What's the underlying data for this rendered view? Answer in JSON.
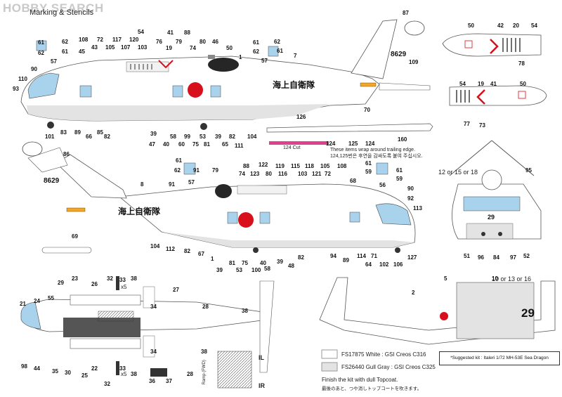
{
  "header": {
    "watermark": "HOBBY SEARCH",
    "subtitle": "Marking & Stencils"
  },
  "aircraft": {
    "kanji": "海上自衛隊",
    "tail_code": "8629",
    "nose_code": "29"
  },
  "callouts": {
    "top_side": [
      "87",
      "54",
      "41",
      "88",
      "108",
      "72",
      "117",
      "120",
      "76",
      "79",
      "80",
      "43",
      "105",
      "107",
      "103",
      "19",
      "74",
      "50",
      "46",
      "61",
      "62",
      "62",
      "61",
      "61",
      "62",
      "62",
      "61",
      "45",
      "57",
      "57",
      "1",
      "7",
      "109",
      "90",
      "110",
      "93",
      "101",
      "83",
      "89",
      "66",
      "85",
      "82",
      "39",
      "47",
      "40",
      "58",
      "60",
      "75",
      "99",
      "53",
      "81",
      "65",
      "39",
      "82",
      "111",
      "104",
      "70"
    ],
    "bottom_side": [
      "86",
      "61",
      "62",
      "91",
      "79",
      "88",
      "122",
      "119",
      "115",
      "118",
      "105",
      "108",
      "61",
      "59",
      "61",
      "57",
      "74",
      "123",
      "80",
      "116",
      "103",
      "121",
      "72",
      "56",
      "59",
      "68",
      "90",
      "8",
      "91",
      "113",
      "92",
      "69",
      "104",
      "112",
      "82",
      "67",
      "1",
      "39",
      "81",
      "53",
      "100",
      "75",
      "58",
      "40",
      "39",
      "48",
      "82",
      "94",
      "89",
      "114",
      "71",
      "64",
      "102",
      "106",
      "127"
    ],
    "rotor": [
      "126",
      "124",
      "125",
      "124",
      "160"
    ],
    "plan": [
      "50",
      "42",
      "20",
      "54",
      "78",
      "54",
      "19",
      "41",
      "50",
      "77",
      "73"
    ],
    "front": [
      "95",
      "51",
      "96",
      "84",
      "97",
      "52"
    ],
    "belly": [
      "29",
      "23",
      "26",
      "32",
      "33",
      "38",
      "27",
      "21",
      "24",
      "55",
      "34",
      "28",
      "38",
      "98",
      "44",
      "35",
      "30",
      "25",
      "22",
      "32",
      "33",
      "38",
      "34",
      "36",
      "37",
      "28",
      "38"
    ],
    "tail_view": [
      "2",
      "5",
      "10"
    ]
  },
  "labels": {
    "cut": "124 Cut",
    "cut_note_en": "These items wrap around trailing edge.",
    "cut_note_jp": "124,125번은 후연을 감싸도록 붙여 주십시오.",
    "x5_a": "x5",
    "x5_b": "x5",
    "or_a": "12 or 15 or 18",
    "or_b": "10 or 13 or 16",
    "il": "IL",
    "ir": "IR",
    "ramp": "Ramp (FWD)"
  },
  "legend": {
    "white": "FS17875 White : GSI Creos C316",
    "gray": "FS26440 Gull Gray : GSI Creos C325",
    "finish_en": "Finish the kit with dull Topcoat.",
    "finish_jp": "最後のあと、つや消しトップコートを吹きます。",
    "suggested": "*Suggested kit : Italeri 1/72 MH-53E Sea Dragon"
  },
  "colors": {
    "gray": "#e3e3e3",
    "white": "#ffffff",
    "hinomaru": "#d7101b",
    "glass": "#a9d3ec",
    "dark": "#262626",
    "pink": "#e0408e"
  }
}
